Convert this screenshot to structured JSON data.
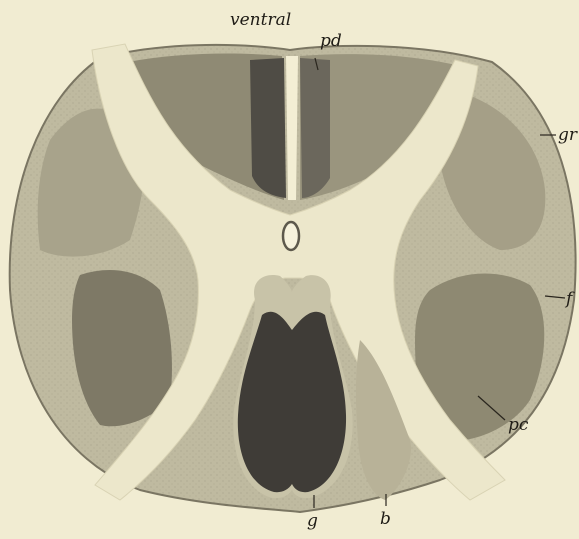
{
  "labels": {
    "ventral": "ventral",
    "pd": "pd",
    "gr": "gr",
    "f": "f",
    "pc": "pc",
    "g": "g",
    "b": "b"
  },
  "colors": {
    "background": "#f1ecd2",
    "white_matter_light": "#e9e4c6",
    "outer_tract": "#bfbaa0",
    "mid_tract": "#a7a28a",
    "dark_tract": "#54514a",
    "ink": "#1f1c16"
  }
}
